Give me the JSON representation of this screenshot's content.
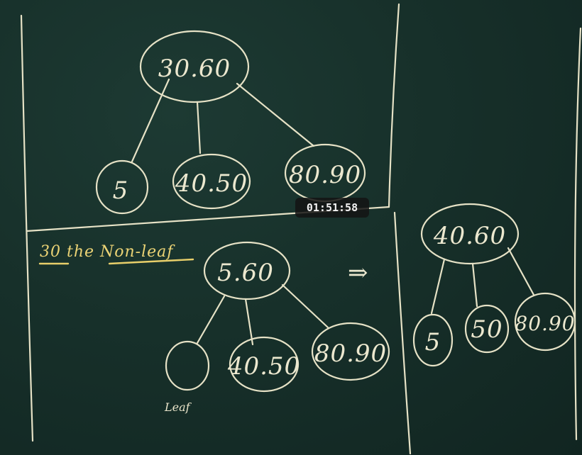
{
  "board": {
    "top_tree": {
      "root": "30.60",
      "children": [
        "5",
        "40.50",
        "80.90"
      ]
    },
    "caption": "30 the Non-leaf",
    "arrow": "⇒",
    "bottom_tree": {
      "root": "5.60",
      "children": [
        "",
        "40.50",
        "80.90"
      ],
      "leaf_note": "Leaf"
    },
    "result_tree": {
      "root": "40.60",
      "children": [
        "5",
        "50",
        "80.90"
      ]
    }
  },
  "video": {
    "timestamp": "01:51:58"
  }
}
